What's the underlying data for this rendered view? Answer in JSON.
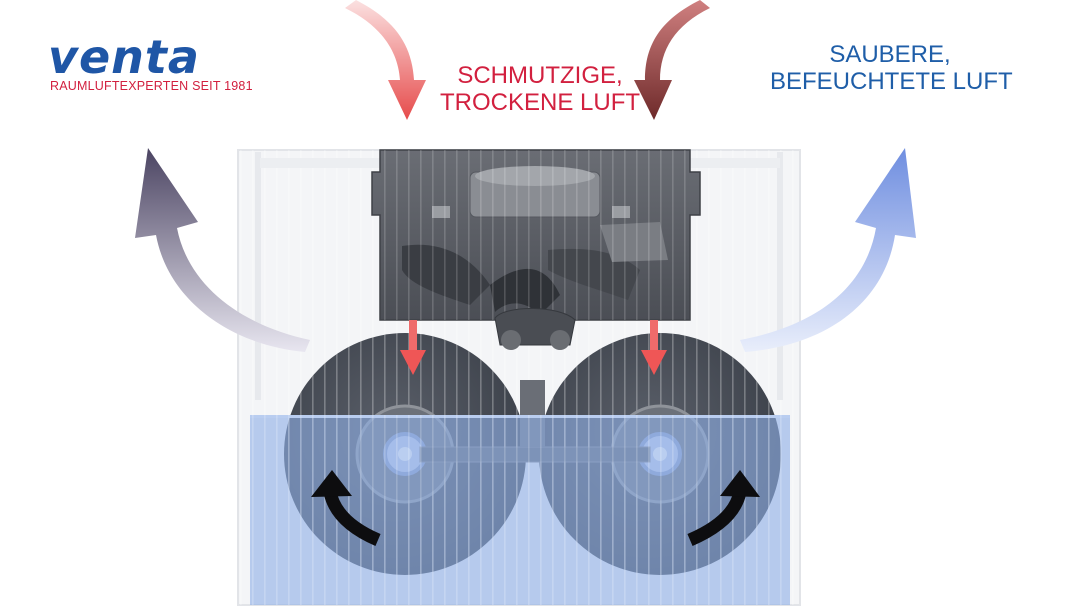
{
  "logo": {
    "wordmark": "venta",
    "tagline": "RAUMLUFTEXPERTEN SEIT 1981"
  },
  "labels": {
    "dirty_air": [
      "SCHMUTZIGE,",
      "TROCKENE LUFT"
    ],
    "clean_air": [
      "SAUBERE,",
      "BEFEUCHTETE LUFT"
    ]
  },
  "colors": {
    "brand_blue": "#1f56a6",
    "brand_red": "#d2203f",
    "water": "#8fb0e6",
    "disc_dark": "#454a55",
    "fan_gray": "#5d6068",
    "arrow_in": "#ee5a5a",
    "arrow_out_left": "#56506e",
    "arrow_out_right": "#7892d8"
  },
  "icons": [
    "inflow-arrow",
    "outflow-arrow",
    "rotation-arrow",
    "fan-unit",
    "evaporator-disc"
  ]
}
